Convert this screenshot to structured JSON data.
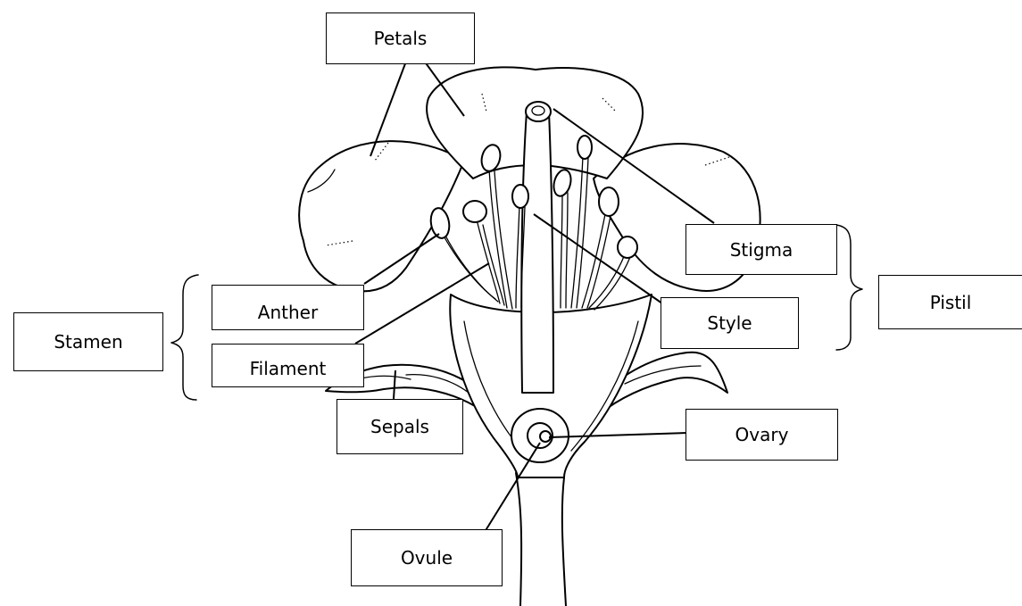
{
  "labels": {
    "petals": "Petals",
    "stigma": "Stigma",
    "pistil": "Pistil",
    "anther": "Anther",
    "stamen": "Stamen",
    "style": "Style",
    "filament": "Filament",
    "sepals": "Sepals",
    "ovary": "Ovary",
    "ovule": "Ovule"
  }
}
